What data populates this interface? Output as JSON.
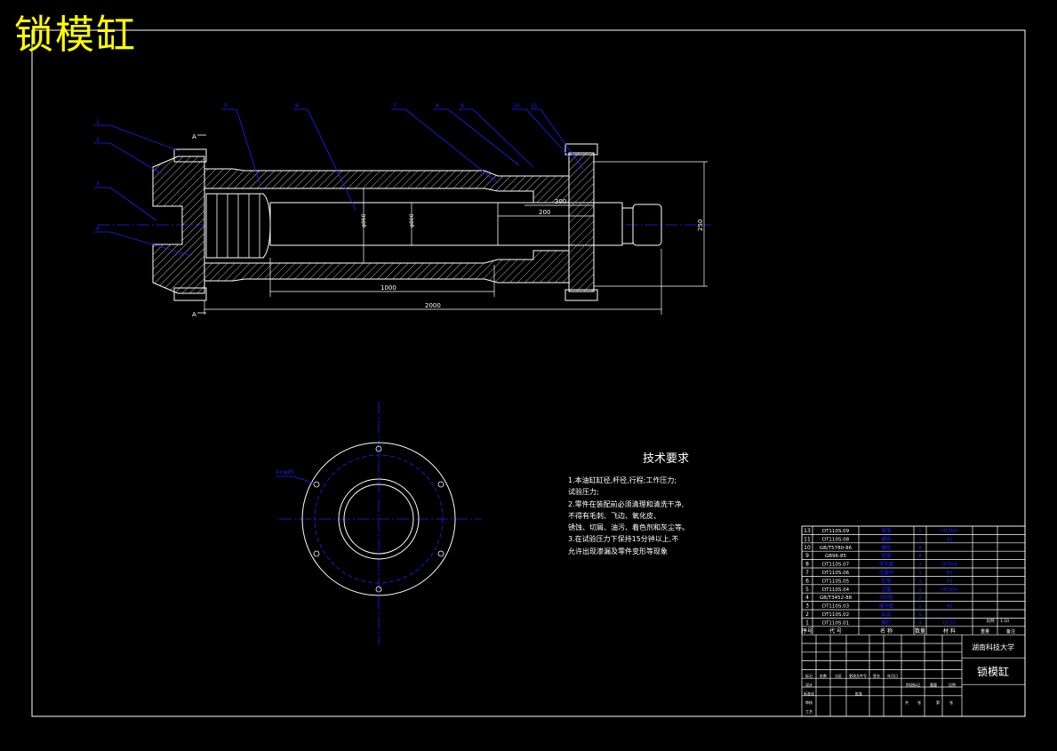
{
  "title": "锁模缸",
  "technical_requirements": {
    "heading": "技术要求",
    "lines": [
      "1.本油缸缸径,杆径,行程;工作压力;",
      "试验压力;",
      "2.零件在装配前必须清理和清洗干净,",
      "不得有毛刺、飞边、氧化皮、",
      "锈蚀、切屑、油污、着色剂和灰尘等。",
      "3.在试验压力下保持15分钟以上,不",
      "允许出现渗漏及零件变形等现象"
    ]
  },
  "dimensions": {
    "d1": "1000",
    "d2": "2000",
    "d3": "200",
    "d4": "300",
    "d5": "250",
    "d6": "φ860",
    "d7": "φ800"
  },
  "section_marks": {
    "a_top": "A",
    "a_bottom": "A"
  },
  "balloons": [
    "1",
    "2",
    "3",
    "4",
    "5",
    "6",
    "7",
    "8",
    "9",
    "10",
    "11"
  ],
  "bottom_view_label": "4×φ45",
  "bom": {
    "rows": [
      {
        "no": "13",
        "code": "DT110S.09",
        "name": "端盖",
        "qty": "1",
        "material": "HT200"
      },
      {
        "no": "11",
        "code": "DT110S.08",
        "name": "螺母",
        "qty": "1",
        "material": "45"
      },
      {
        "no": "10",
        "code": "GB/T5780-86",
        "name": "螺栓",
        "qty": "8",
        "material": ""
      },
      {
        "no": "9",
        "code": "GB96-85",
        "name": "垫圈",
        "qty": "8",
        "material": ""
      },
      {
        "no": "8",
        "code": "DT110S.07",
        "name": "导向套",
        "qty": "1",
        "material": "QT600"
      },
      {
        "no": "7",
        "code": "DT110S.06",
        "name": "活塞杆",
        "qty": "1",
        "material": "45"
      },
      {
        "no": "6",
        "code": "DT110S.05",
        "name": "缸筒",
        "qty": "1",
        "material": "45"
      },
      {
        "no": "5",
        "code": "DT110S.04",
        "name": "活塞",
        "qty": "1",
        "material": "HT200"
      },
      {
        "no": "4",
        "code": "GB/T3452-88",
        "name": "O形圈",
        "qty": "2",
        "material": ""
      },
      {
        "no": "3",
        "code": "DT110S.03",
        "name": "缓冲套",
        "qty": "1",
        "material": "45"
      },
      {
        "no": "2",
        "code": "DT110S.02",
        "name": "缸底",
        "qty": "1",
        "material": ""
      },
      {
        "no": "1",
        "code": "DT110S.01",
        "name": "螺钉",
        "qty": "4",
        "material": "Q235"
      }
    ],
    "header": {
      "no": "序号",
      "code": "代 号",
      "name": "名 称",
      "qty": "数量",
      "material": "材 料",
      "weight": "重量",
      "remark": "备注"
    },
    "scale_label": "比例",
    "scale_value": "1:10",
    "university": "湖南科技大学",
    "drawing_name": "锁模缸",
    "sign_labels": [
      "标记",
      "处数",
      "分区",
      "更改文件号",
      "签名",
      "年月日",
      "设计",
      "标准化",
      "审核",
      "工艺",
      "批准",
      "阶段标记",
      "重量",
      "比例",
      "共",
      "张",
      "第",
      "张"
    ]
  },
  "colors": {
    "line": "#ffffff",
    "blue": "#2020ff",
    "title": "#ffff00"
  }
}
